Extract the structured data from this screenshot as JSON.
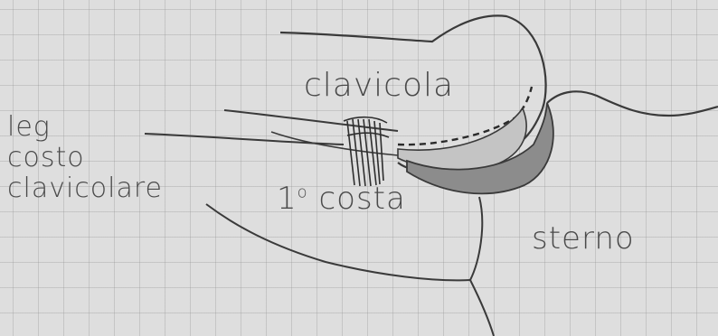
{
  "labels": {
    "clavicola": "clavicola",
    "leg_line1": "leg",
    "leg_line2": "costo",
    "leg_line3": "clavicolare",
    "costa_num": "1",
    "costa_sup": "o",
    "costa_word": "costa",
    "sterno": "sterno"
  },
  "colors": {
    "paper": "#dedede",
    "grid": "#969696",
    "ink": "#3a3a3a",
    "shade_dark": "#8c8c8c",
    "shade_light": "#c4c4c4"
  }
}
